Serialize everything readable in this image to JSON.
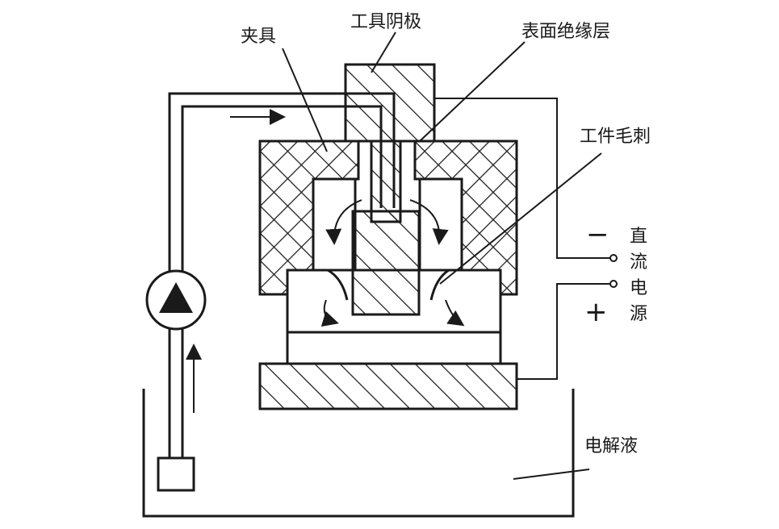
{
  "labels": {
    "clamp": "夹具",
    "tool_cathode": "工具阴极",
    "insulation_layer": "表面绝缘层",
    "workpiece_burr": "工件毛刺",
    "electrolyte": "电解液",
    "dc_power_chars": [
      "直",
      "流",
      "电",
      "源"
    ],
    "minus_sign": "−",
    "plus_sign": "+"
  },
  "colors": {
    "ink": "#1a1a1a",
    "background": "#ffffff"
  }
}
